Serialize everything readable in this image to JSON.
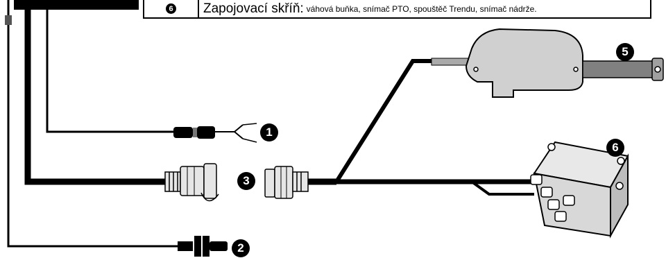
{
  "legend": {
    "number": "6",
    "title": "Zapojovací skříň:",
    "detail": "váhová buňka, snímač PTO, spouštěč Trendu, snímač nádrže."
  },
  "callouts": {
    "c1": "1",
    "c2": "2",
    "c3": "3",
    "c5": "5",
    "c6": "6"
  },
  "colors": {
    "cable": "#000000",
    "component_fill": "#d0d0d0",
    "component_dark": "#808080"
  }
}
